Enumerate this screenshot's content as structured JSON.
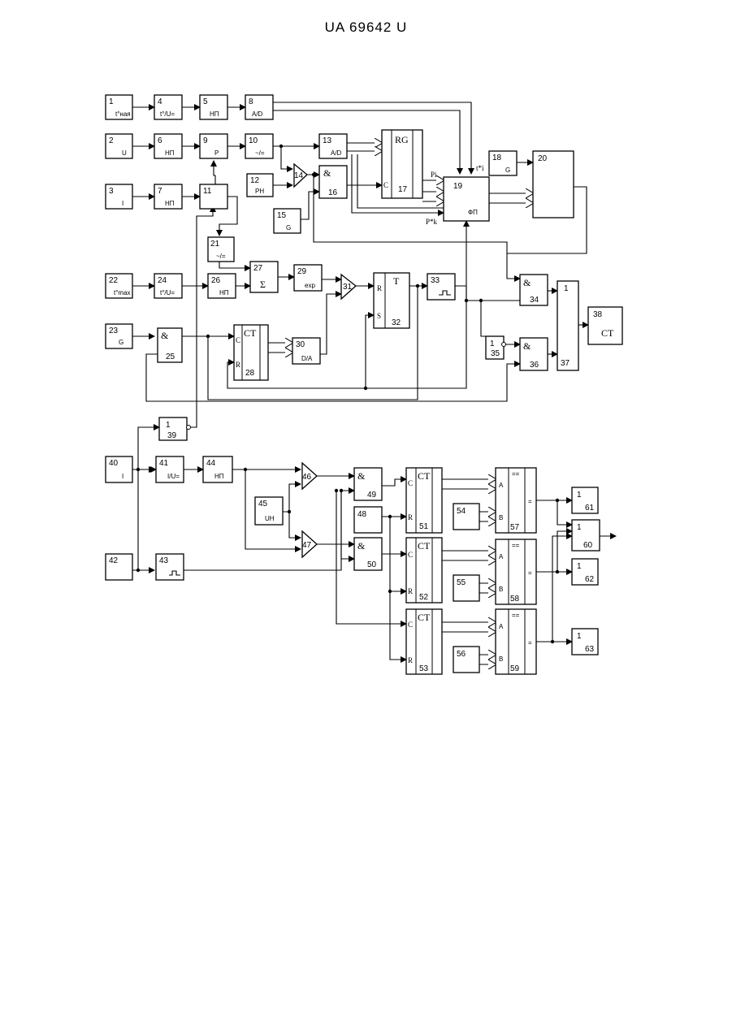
{
  "header": {
    "title": "UA   69642   U"
  },
  "blocks": {
    "b1": {
      "num": "1",
      "label": "t°ная"
    },
    "b2": {
      "num": "2",
      "label": "U"
    },
    "b3": {
      "num": "3",
      "label": "I"
    },
    "b4": {
      "num": "4",
      "label": "t°/U="
    },
    "b5": {
      "num": "5",
      "label": "НП"
    },
    "b6": {
      "num": "6",
      "label": "НП"
    },
    "b7": {
      "num": "7",
      "label": "НП"
    },
    "b8": {
      "num": "8",
      "label": "A/D"
    },
    "b9": {
      "num": "9",
      "label": "P"
    },
    "b10": {
      "num": "10",
      "label": "~/="
    },
    "b11": {
      "num": "11"
    },
    "b12": {
      "num": "12",
      "label": "PН"
    },
    "b13": {
      "num": "13",
      "label": "A/D"
    },
    "b14": {
      "num": "14"
    },
    "b15": {
      "num": "15",
      "label": "G"
    },
    "b16": {
      "num": "16",
      "label": "&"
    },
    "b17": {
      "num": "17",
      "label": "RG",
      "pin_c": "C"
    },
    "b18": {
      "num": "18",
      "label": "G"
    },
    "b19": {
      "num": "19",
      "label": "ФП"
    },
    "b20": {
      "num": "20"
    },
    "b21": {
      "num": "21",
      "label": "~/="
    },
    "b22": {
      "num": "22",
      "label": "t°max"
    },
    "b23": {
      "num": "23",
      "label": "G"
    },
    "b24": {
      "num": "24",
      "label": "t°/U="
    },
    "b25": {
      "num": "25",
      "label": "&"
    },
    "b26": {
      "num": "26",
      "label": "НП"
    },
    "b27": {
      "num": "27",
      "label": "Σ"
    },
    "b28": {
      "num": "28",
      "label": "CT",
      "pin_c": "C",
      "pin_r": "R"
    },
    "b29": {
      "num": "29",
      "label": "exp"
    },
    "b30": {
      "num": "30",
      "label": "D/A"
    },
    "b31": {
      "num": "31"
    },
    "b32": {
      "num": "32",
      "label": "T",
      "pin_r": "R",
      "pin_s": "S"
    },
    "b33": {
      "num": "33"
    },
    "b34": {
      "num": "34",
      "label": "&"
    },
    "b35": {
      "num": "35",
      "label": "1"
    },
    "b36": {
      "num": "36",
      "label": "&"
    },
    "b37": {
      "num": "37",
      "label": "1"
    },
    "b38": {
      "num": "38",
      "label": "CT"
    },
    "b39": {
      "num": "39",
      "label": "1"
    },
    "b40": {
      "num": "40",
      "label": "I"
    },
    "b41": {
      "num": "41",
      "label": "I/U="
    },
    "b42": {
      "num": "42"
    },
    "b43": {
      "num": "43"
    },
    "b44": {
      "num": "44",
      "label": "НП"
    },
    "b45": {
      "num": "45",
      "label": "UН"
    },
    "b46": {
      "num": "46"
    },
    "b47": {
      "num": "47"
    },
    "b48": {
      "num": "48"
    },
    "b49": {
      "num": "49",
      "label": "&"
    },
    "b50": {
      "num": "50",
      "label": "&"
    },
    "b51": {
      "num": "51",
      "label": "CT",
      "pin_c": "C",
      "pin_r": "R"
    },
    "b52": {
      "num": "52",
      "label": "CT",
      "pin_c": "C",
      "pin_r": "R"
    },
    "b53": {
      "num": "53",
      "label": "CT",
      "pin_c": "C",
      "pin_r": "R"
    },
    "b54": {
      "num": "54"
    },
    "b55": {
      "num": "55"
    },
    "b56": {
      "num": "56"
    },
    "b57": {
      "num": "57",
      "label": "==",
      "pin_a": "A",
      "pin_b": "B",
      "out": "="
    },
    "b58": {
      "num": "58",
      "label": "==",
      "pin_a": "A",
      "pin_b": "B",
      "out": "="
    },
    "b59": {
      "num": "59",
      "label": "==",
      "pin_a": "A",
      "pin_b": "B",
      "out": "="
    },
    "b60": {
      "num": "60",
      "label": "1"
    },
    "b61": {
      "num": "61",
      "label": "1"
    },
    "b62": {
      "num": "62",
      "label": "1"
    },
    "b63": {
      "num": "63",
      "label": "1"
    }
  },
  "signals": {
    "pi": "Pi",
    "pk": "P*k",
    "ti": "t*i"
  }
}
